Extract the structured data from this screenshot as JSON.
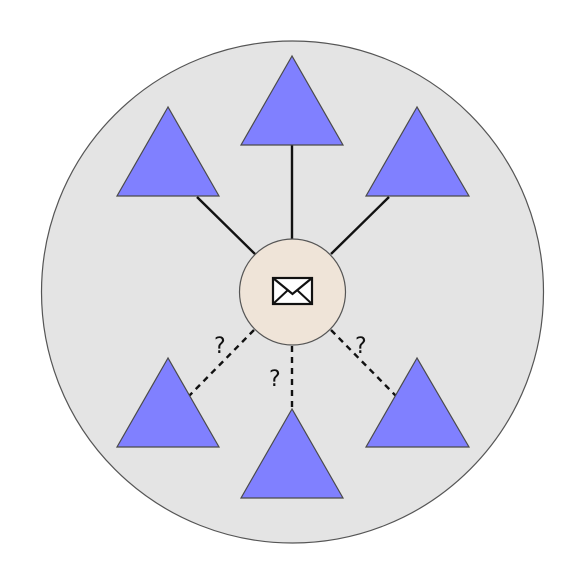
{
  "diagram": {
    "colors": {
      "network_circle_fill": "#e4e4e4",
      "network_circle_stroke": "#555555",
      "hub_fill": "#efe4d8",
      "hub_stroke": "#555555",
      "node_fill": "#8080ff",
      "node_stroke": "#4a4a4a",
      "link": "#111111"
    },
    "hub_icon": "envelope-icon",
    "nodes": [
      {
        "id": "node-top",
        "link": "solid"
      },
      {
        "id": "node-upper-left",
        "link": "solid"
      },
      {
        "id": "node-upper-right",
        "link": "solid"
      },
      {
        "id": "node-lower-left",
        "link": "dashed",
        "question": "?"
      },
      {
        "id": "node-bottom",
        "link": "dashed",
        "question": "?"
      },
      {
        "id": "node-lower-right",
        "link": "dashed",
        "question": "?"
      }
    ]
  }
}
